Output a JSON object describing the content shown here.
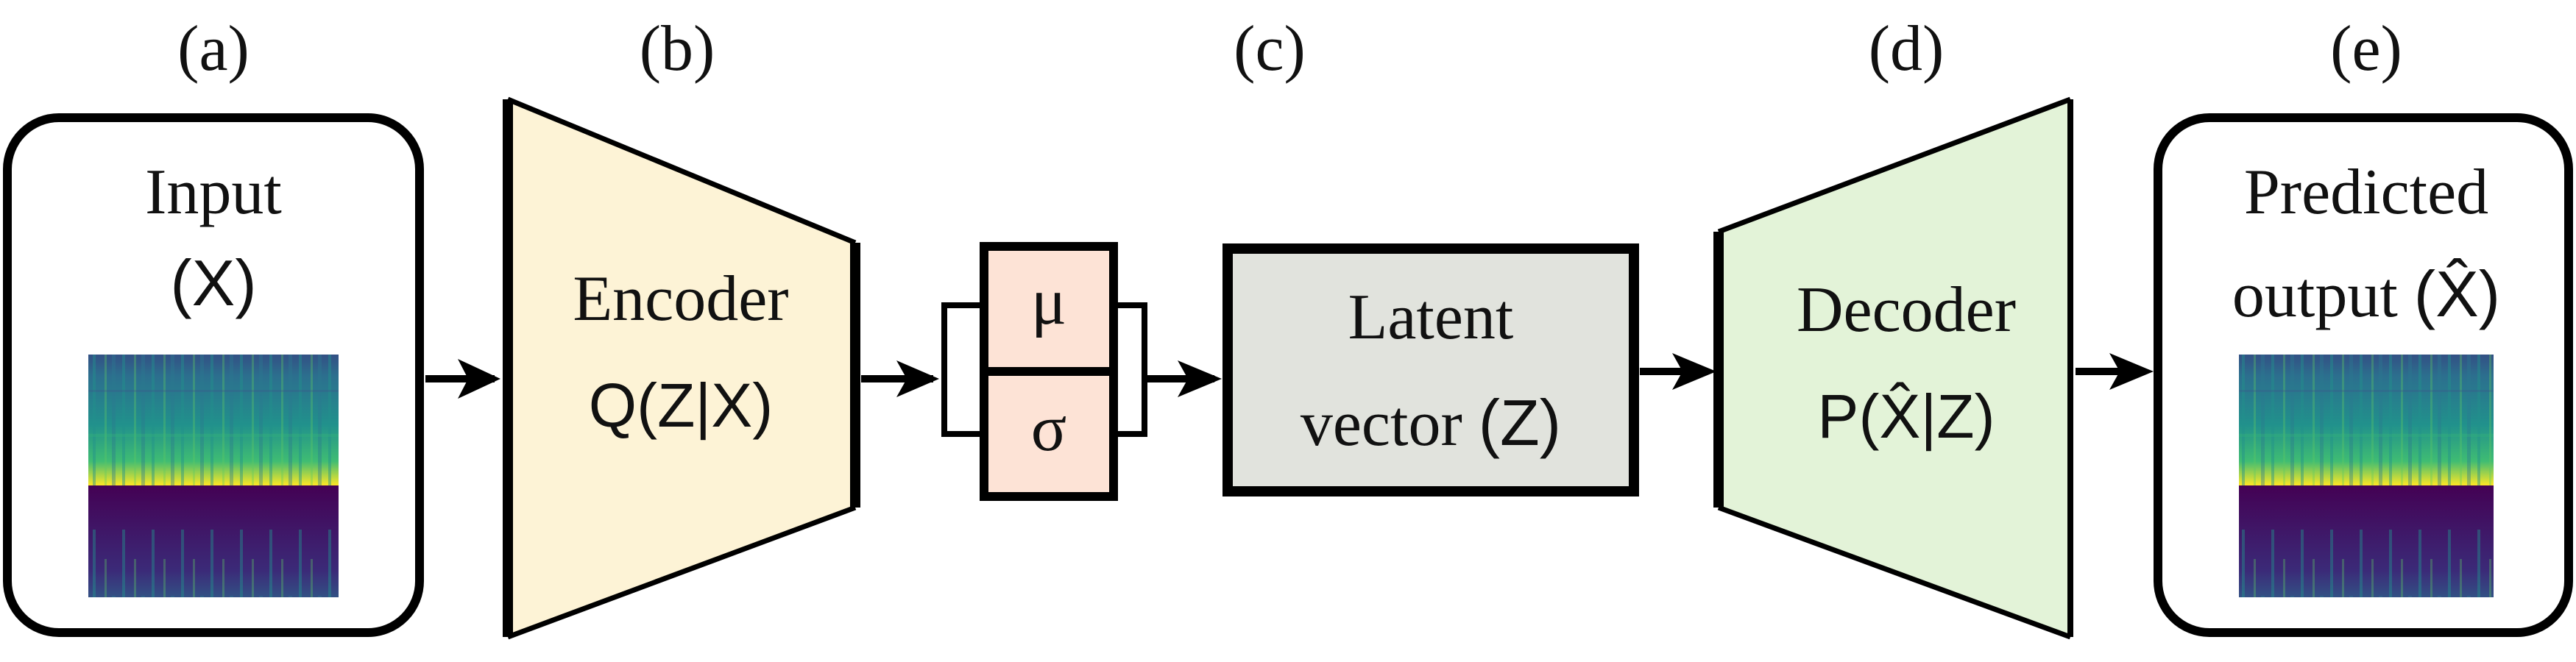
{
  "panel_labels": [
    "(a)",
    "(b)",
    "(c)",
    "(d)",
    "(e)"
  ],
  "input_box": {
    "line1": "Input",
    "line2": "(X)"
  },
  "encoder": {
    "name": "Encoder",
    "formula": "Q(Z|X)",
    "fill": "#fdf3d6"
  },
  "distribution": {
    "mu": "μ",
    "sigma": "σ",
    "fill": "#fde3d6"
  },
  "latent": {
    "line1": "Latent",
    "line2_text": "vector",
    "line2_var": "(Z)",
    "fill": "#e1e3dd"
  },
  "decoder": {
    "name": "Decoder",
    "formula": "P(X̂|Z)",
    "fill": "#e3f3d8"
  },
  "output_box": {
    "line1": "Predicted",
    "line2_text": "output",
    "line2_var": "(X̂)"
  },
  "colors": {
    "stroke": "#000000",
    "spectrogram_low": "#440154",
    "spectrogram_mid": "#21918c",
    "spectrogram_high": "#fde725"
  },
  "icons": [
    "spectrogram-image",
    "arrow-right"
  ]
}
